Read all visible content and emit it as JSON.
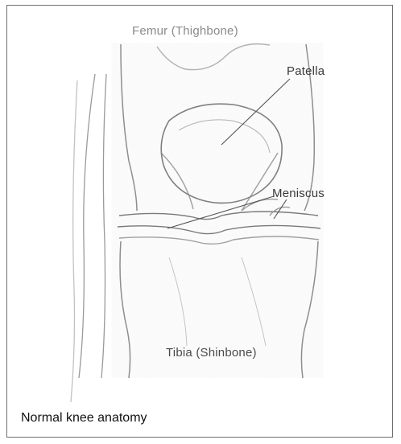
{
  "figure": {
    "labels": {
      "femur": "Femur (Thighbone)",
      "patella": "Patella",
      "meniscus": "Meniscus",
      "tibia": "Tibia (Shinbone)"
    },
    "caption": "Normal knee anatomy"
  }
}
